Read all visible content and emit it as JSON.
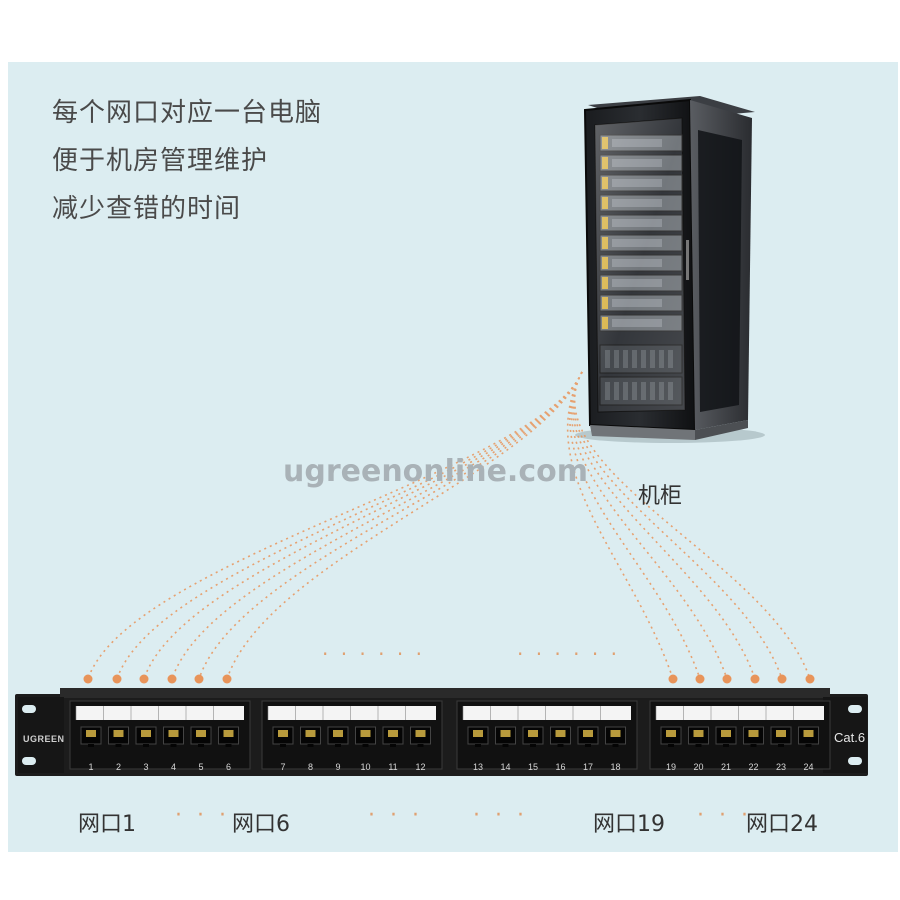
{
  "headline": {
    "line1": "每个网口对应一台电脑",
    "line2": "便于机房管理维护",
    "line3": "减少查错的时间"
  },
  "watermark": "ugreenonline.com",
  "cabinet_label": "机柜",
  "patch_panel": {
    "brand": "UGREEN",
    "category": "Cat.6",
    "port_numbers": [
      "1",
      "2",
      "3",
      "4",
      "5",
      "6",
      "7",
      "8",
      "9",
      "10",
      "11",
      "12",
      "13",
      "14",
      "15",
      "16",
      "17",
      "18",
      "19",
      "20",
      "21",
      "22",
      "23",
      "24"
    ]
  },
  "bottom_labels": {
    "first": "网口1",
    "sixth": "网口6",
    "nineteenth": "网口19",
    "last": "网口24",
    "sep": "· · ·"
  },
  "middle_dots": "· · · · · ·",
  "colors": {
    "background": "#dcedf1",
    "cable": "#e8945a",
    "panel": "#1c1c1c",
    "text": "#4a4a4a"
  }
}
